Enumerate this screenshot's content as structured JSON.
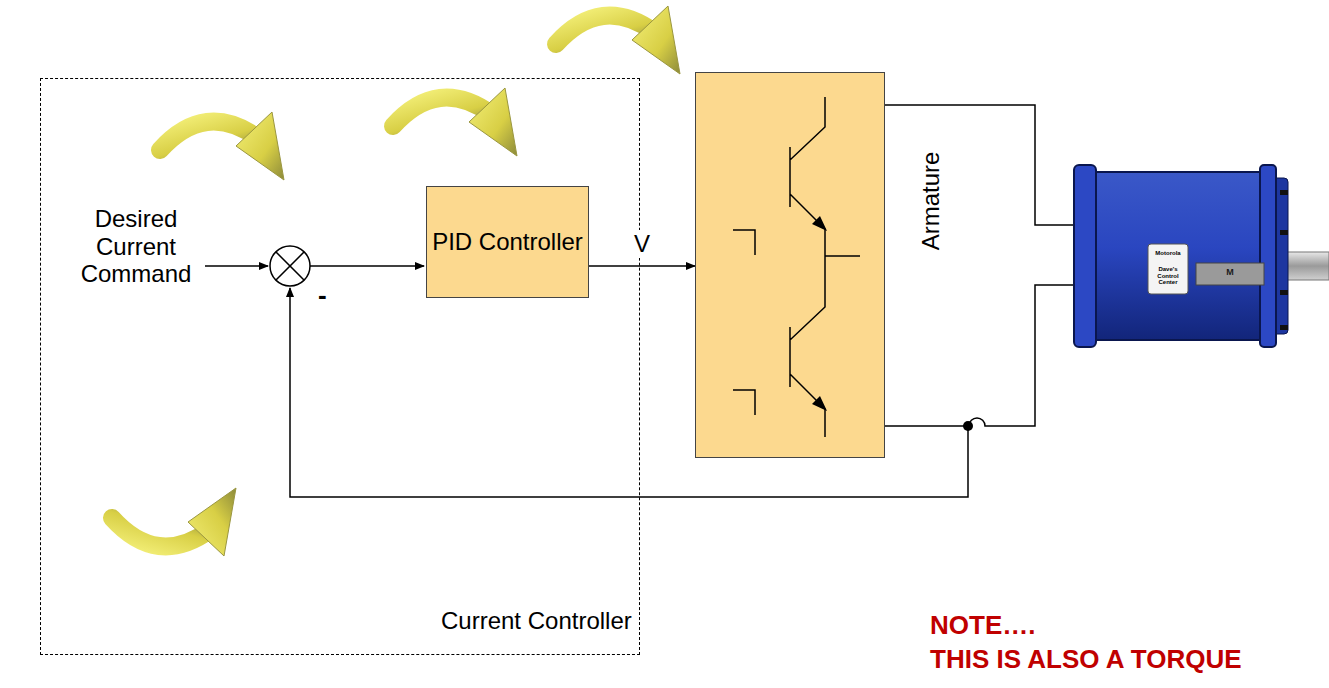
{
  "diagram": {
    "nodes": [
      {
        "text": [
          "Current Controller"
        ]
      },
      {
        "text": [
          "PID Controller"
        ],
        "in": 0
      },
      {
        "text": [
          "Armature"
        ]
      }
    ],
    "edges": [
      {
        "from": 1,
        "to": 2,
        "arrow": "to",
        "label": "V"
      }
    ],
    "labels": [
      "Desired Current Command",
      "-",
      "Motorola",
      "Dave's Control Center",
      "M",
      "NOTE….",
      "THIS IS ALSO A TORQUE"
    ]
  }
}
